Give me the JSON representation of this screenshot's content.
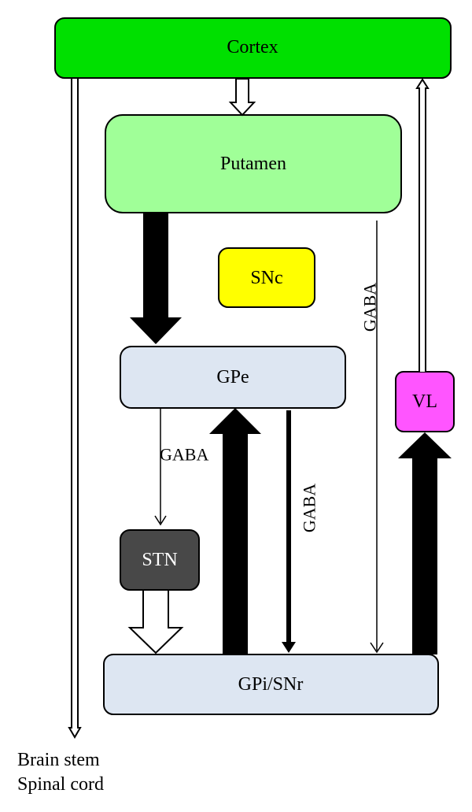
{
  "nodes": {
    "cortex": {
      "label": "Cortex",
      "fill": "#00e000"
    },
    "putamen": {
      "label": "Putamen",
      "fill": "#a0ff98"
    },
    "snc": {
      "label": "SNc",
      "fill": "#ffff00"
    },
    "gpe": {
      "label": "GPe",
      "fill": "#dde6f2"
    },
    "vl": {
      "label": "VL",
      "fill": "#ff55ff"
    },
    "stn": {
      "label": "STN",
      "fill": "#484848"
    },
    "gpi_snr": {
      "label": "GPi/SNr",
      "fill": "#dde6f2"
    }
  },
  "edges": {
    "putamen_to_gpi": {
      "label": "GABA"
    },
    "gpe_to_stn": {
      "label": "GABA"
    },
    "gpe_to_gpi": {
      "label": "GABA"
    }
  },
  "output": {
    "line1": "Brain stem",
    "line2": "Spinal cord"
  }
}
